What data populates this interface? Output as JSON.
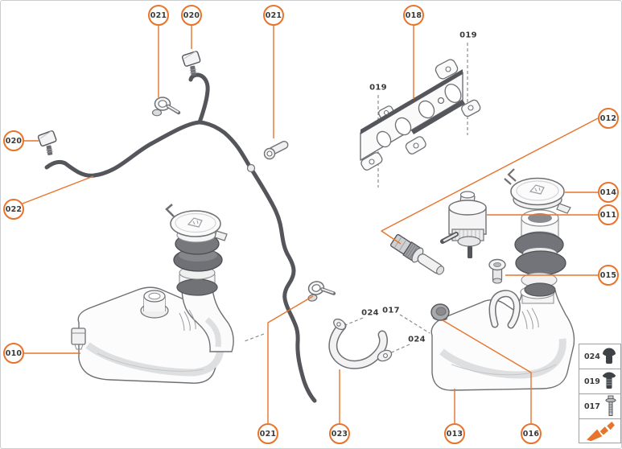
{
  "diagram": {
    "type": "exploded-parts-diagram",
    "subject": "windshield washer system: reservoirs, pump, hoses, clips, bracket and fasteners"
  },
  "labels": {
    "l010": "010",
    "l011": "011",
    "l012": "012",
    "l013": "013",
    "l014": "014",
    "l015": "015",
    "l016": "016",
    "l017": "017",
    "l018": "018",
    "l019": "019",
    "l020": "020",
    "l021": "021",
    "l022": "022",
    "l023": "023",
    "l024": "024"
  },
  "legend": {
    "rows": [
      {
        "label": "024",
        "icon": "rivet-icon"
      },
      {
        "label": "019",
        "icon": "screw-icon"
      },
      {
        "label": "017",
        "icon": "bolt-icon"
      }
    ],
    "direction_icon": "direction-arrow-icon"
  },
  "icons": {
    "rivet": "rivet-icon",
    "screw": "screw-icon",
    "bolt": "bolt-icon",
    "direction": "direction-arrow-icon",
    "washer_cap": "washer-symbol-icon"
  },
  "colors": {
    "accent_orange": "#E8742C",
    "ink": "#3A3A3A",
    "part_outline": "#6E7074",
    "part_dark": "#54565B",
    "part_fill": "#FBFBFC",
    "shading": "#DEDFE0",
    "dashed_leader": "#8A8C8E",
    "legend_border": "#9EA0A3",
    "background": "#FFFFFF"
  }
}
